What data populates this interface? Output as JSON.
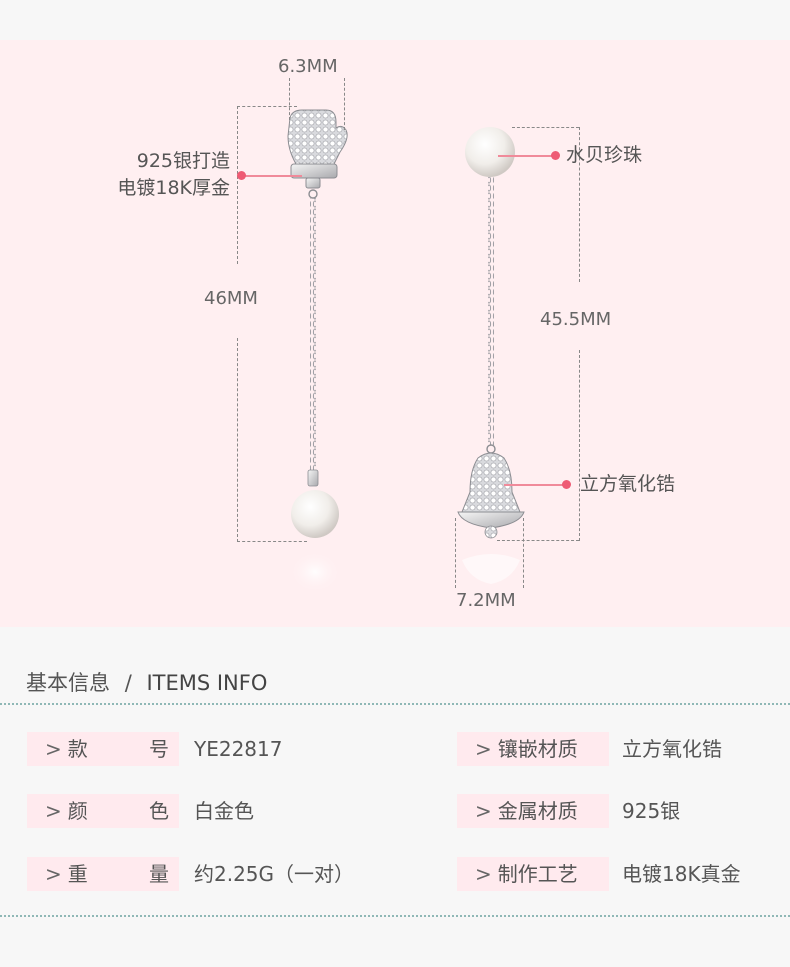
{
  "colors": {
    "panel_bg": "#ffeff1",
    "accent_dot": "#ee5b74",
    "accent_line": "#f08a9a",
    "divider": "#8fb8b6",
    "key_bg": "#ffeaee"
  },
  "diagram": {
    "left_earring": {
      "width_label": "6.3MM",
      "length_label": "46MM",
      "callout_line1": "925银打造",
      "callout_line2": "电镀18K厚金"
    },
    "right_earring": {
      "length_label": "45.5MM",
      "width_label": "7.2MM",
      "callout_pearl": "水贝珍珠",
      "callout_bell": "立方氧化锆"
    }
  },
  "info": {
    "title_cn": "基本信息",
    "title_sep": "/",
    "title_en": "ITEMS INFO",
    "arrow": ">",
    "rows": [
      {
        "left_k1": "款",
        "left_k2": "号",
        "left_value": "YE22817",
        "right_key": "镶嵌材质",
        "right_value": "立方氧化锆"
      },
      {
        "left_k1": "颜",
        "left_k2": "色",
        "left_value": "白金色",
        "right_key": "金属材质",
        "right_value": "925银"
      },
      {
        "left_k1": "重",
        "left_k2": "量",
        "left_value": "约2.25G（一对）",
        "right_key": "制作工艺",
        "right_value": "电镀18K真金"
      }
    ]
  }
}
